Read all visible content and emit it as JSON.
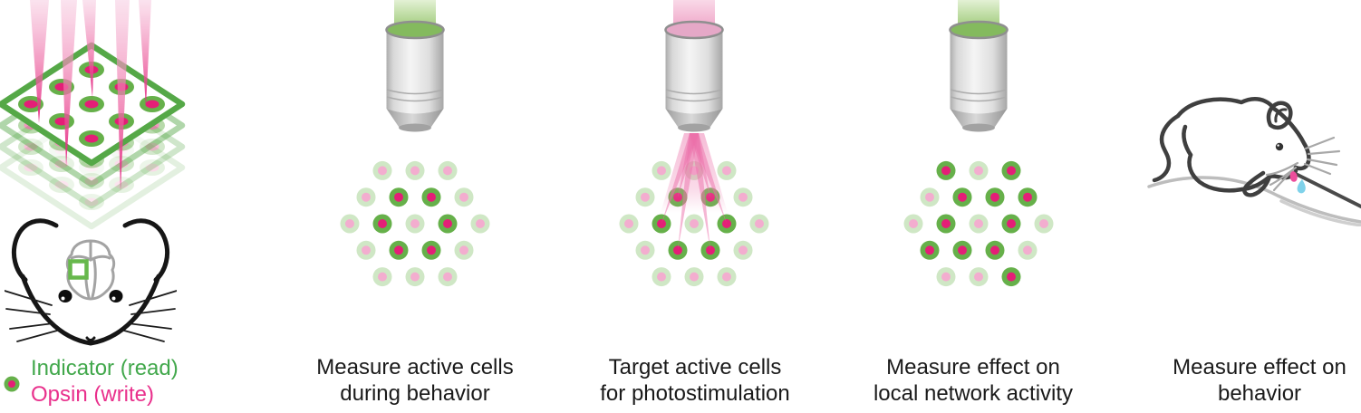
{
  "figure": {
    "background": "#ffffff",
    "description": "All-optical read/write experiment workflow"
  },
  "legend": {
    "indicator_label": "Indicator (read)",
    "opsin_label": "Opsin (write)",
    "indicator_color": "#42A84C",
    "opsin_color": "#E9308C"
  },
  "colors": {
    "cell_active_ring": "#66B04A",
    "cell_active_core": "#E41E77",
    "cell_inactive_ring": "#CFE7C5",
    "cell_inactive_core": "#F3ADCF",
    "stack_outline_green": "#55A847",
    "write_beam_pink": "#E2187A",
    "stim_beam_pink": "#EC6FA9",
    "imaging_beam_green": "#9AC873",
    "objective_gray": "#D9D9D9",
    "droplet_blue": "#7FD2EA",
    "tongue_pink": "#EC4D9B",
    "caption_text": "#1A1A1A"
  },
  "panels": [
    {
      "name": "measure-during-behavior",
      "caption_line1": "Measure active cells",
      "caption_line2": "during behavior",
      "objective_beam": "green",
      "stim_beams": false,
      "cluster": [
        [
          0,
          0,
          0
        ],
        [
          0,
          1,
          1,
          0
        ],
        [
          0,
          1,
          0,
          1,
          0
        ],
        [
          0,
          1,
          1,
          0
        ],
        [
          0,
          0,
          0
        ]
      ]
    },
    {
      "name": "target-for-photostimulation",
      "caption_line1": "Target active cells",
      "caption_line2": "for photostimulation",
      "objective_beam": "pink",
      "stim_beams": true,
      "cluster": [
        [
          0,
          0,
          0
        ],
        [
          0,
          1,
          1,
          0
        ],
        [
          0,
          1,
          0,
          1,
          0
        ],
        [
          0,
          1,
          1,
          0
        ],
        [
          0,
          0,
          0
        ]
      ]
    },
    {
      "name": "measure-network-effect",
      "caption_line1": "Measure effect on",
      "caption_line2": "local network activity",
      "objective_beam": "green",
      "stim_beams": false,
      "cluster": [
        [
          1,
          0,
          1
        ],
        [
          0,
          1,
          1,
          1
        ],
        [
          0,
          1,
          0,
          1,
          0
        ],
        [
          1,
          1,
          1,
          0
        ],
        [
          0,
          0,
          1
        ]
      ]
    },
    {
      "name": "measure-behavior-effect",
      "caption_line1": "Measure effect on",
      "caption_line2": "behavior"
    }
  ]
}
